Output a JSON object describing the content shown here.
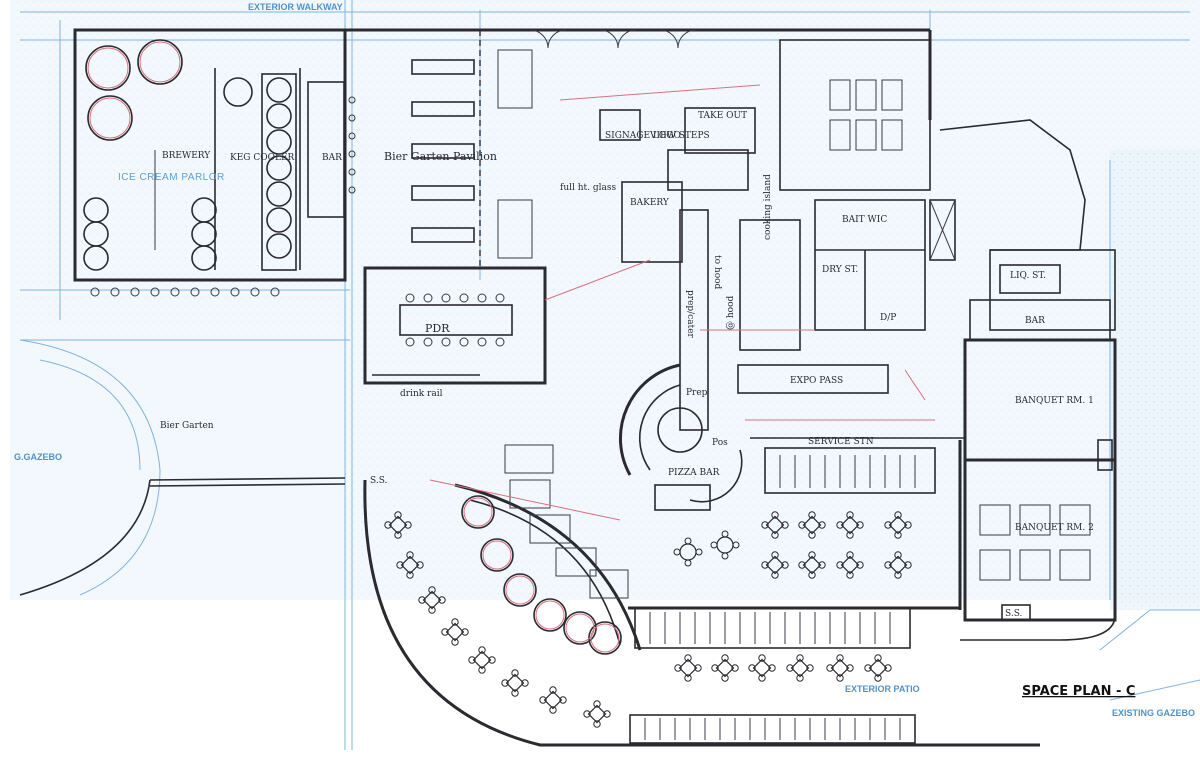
{
  "plan": {
    "title": "SPACE PLAN - C",
    "labels": {
      "exterior_walkway": "EXTERIOR WALKWAY",
      "ice_cream_parlor": "ICE CREAM PARLOR",
      "brewery": "BREWERY",
      "keg_cooler": "KEG COOLER",
      "bar_left": "BAR",
      "biergarten_pavilion": "Bier Garten Pavilion",
      "pdr": "PDR",
      "drink_rail": "drink rail",
      "bier_garten": "Bier Garten",
      "gazebo": "G.GAZEBO",
      "take_out": "TAKE OUT",
      "signage_logo": "SIGNAGE LOGO",
      "view_steps": "VIEW STEPS",
      "full_ht_glass": "full ht. glass",
      "bakery": "BAKERY",
      "to_hood": "to hood",
      "prep_cater": "prep/cater",
      "cooking_island": "cooking island",
      "at_hood": "@ hood",
      "bait_wic": "BAIT WIC",
      "dry_st": "DRY ST.",
      "dp": "D/P",
      "liq_st": "LIQ. ST.",
      "bar_right": "BAR",
      "expo_pass": "EXPO PASS",
      "service_stn": "SERVICE STN",
      "banquet_1": "BANQUET RM. 1",
      "banquet_2": "BANQUET RM. 2",
      "pizza_bar": "PIZZA BAR",
      "prep": "Prep",
      "pos": "Pos",
      "ss": "S.S.",
      "existing_gazebo": "EXISTING GAZEBO",
      "exterior_patio": "EXTERIOR PATIO"
    }
  }
}
